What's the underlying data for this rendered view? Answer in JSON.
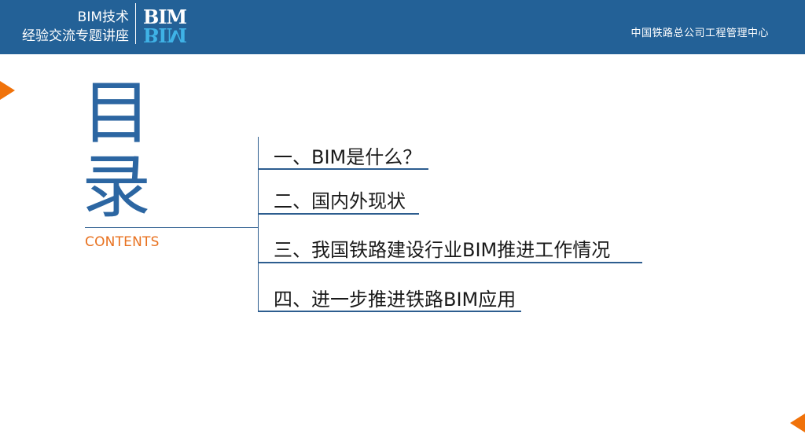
{
  "header": {
    "line1": "BIM技术",
    "line2": "经验交流专题讲座",
    "logo_text": "BIM",
    "org": "中国铁路总公司工程管理中心"
  },
  "title": {
    "char1": "目",
    "char2": "录",
    "subtitle": "CONTENTS"
  },
  "menu": {
    "items": [
      "一、BIM是什么？",
      "二、国内外现状",
      "三、我国铁路建设行业BIM推进工作情况",
      "四、进一步推进铁路BIM应用"
    ]
  },
  "colors": {
    "header_bg": "#236197",
    "accent": "#f0720a",
    "title_blue": "#2c66a2"
  }
}
